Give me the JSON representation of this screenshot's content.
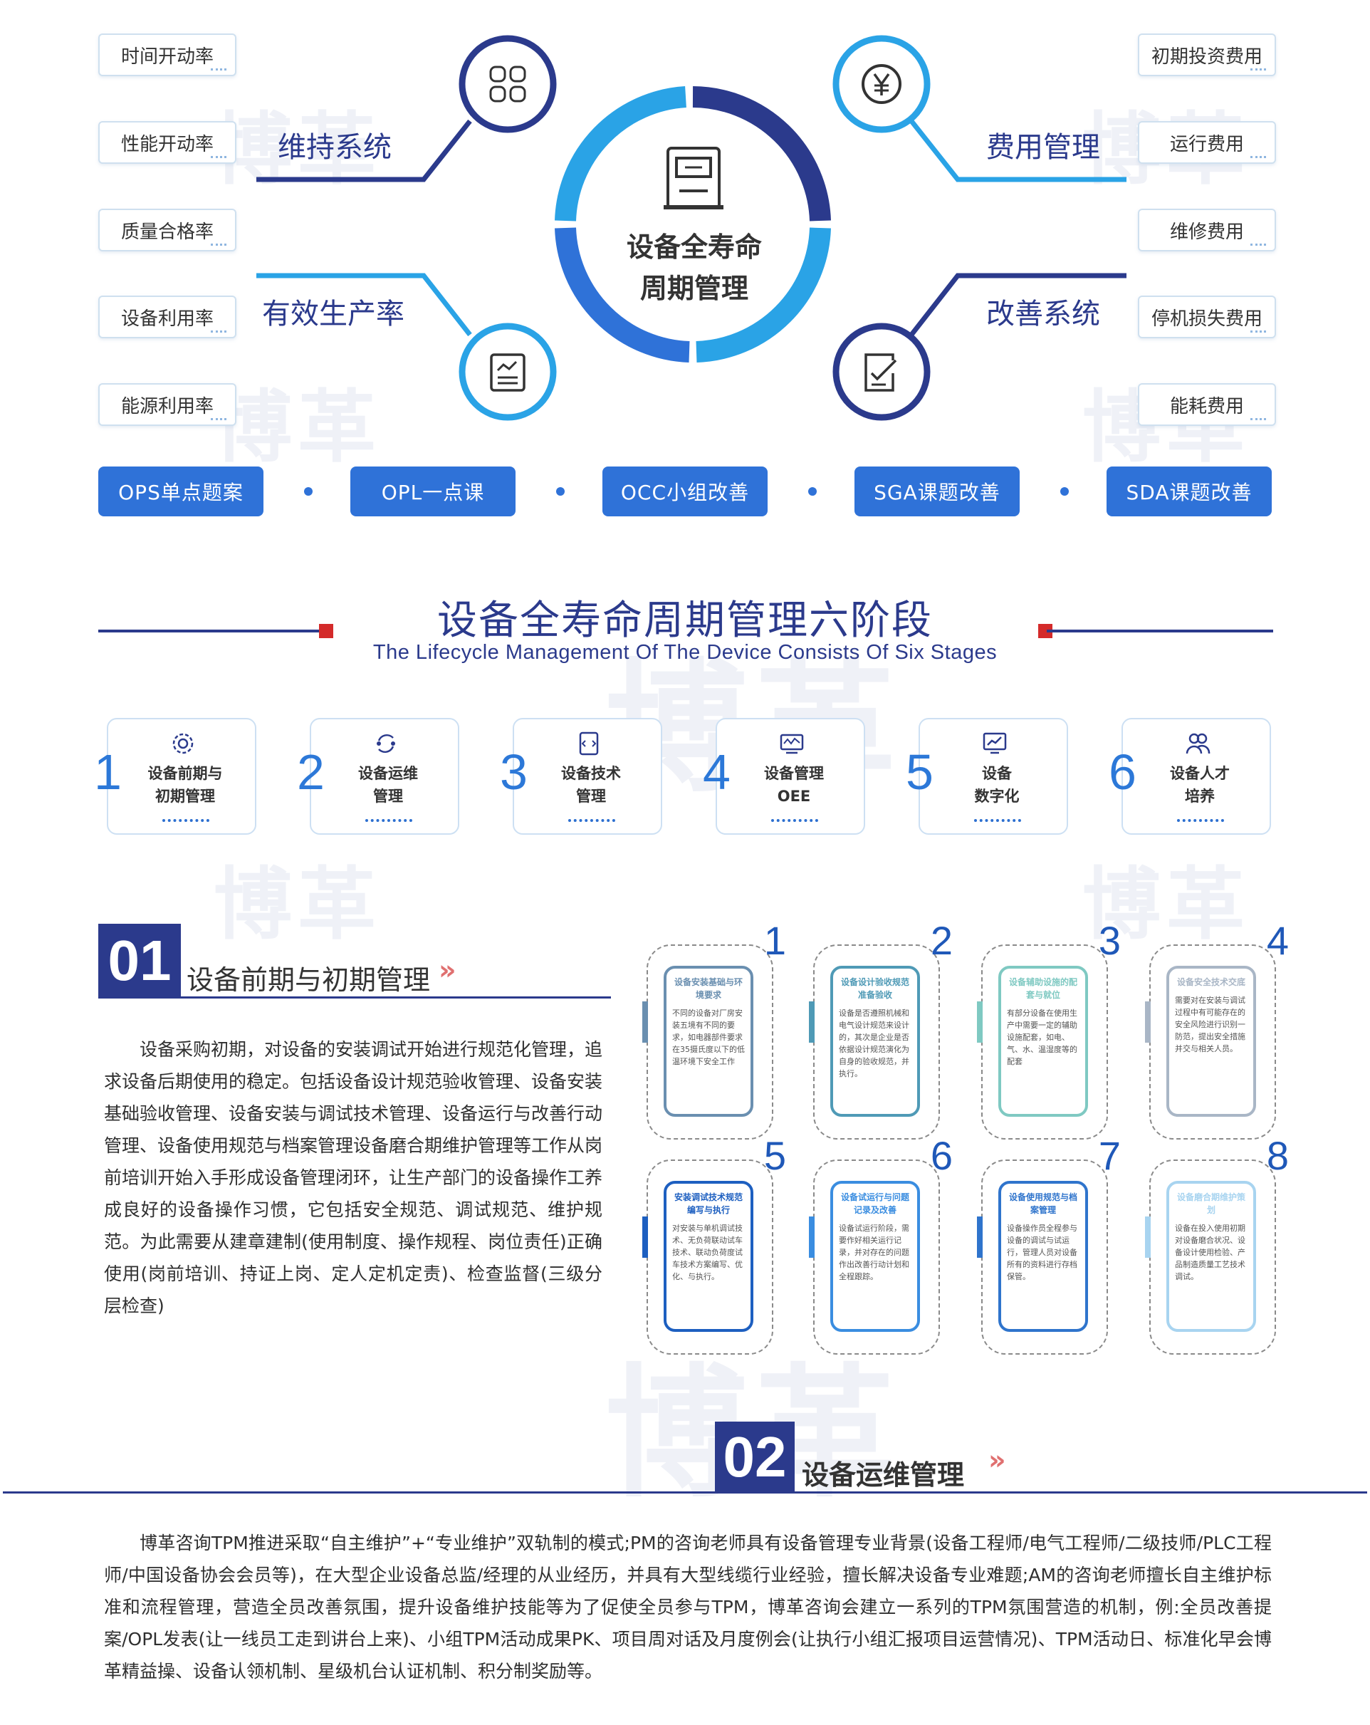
{
  "watermark": "博革",
  "hub": {
    "title_line1": "设备全寿命",
    "title_line2": "周期管理"
  },
  "systems": {
    "maintain": "维持系统",
    "cost": "费用管理",
    "productivity": "有效生产率",
    "improve": "改善系统"
  },
  "left_labels": [
    "时间开动率",
    "性能开动率",
    "质量合格率",
    "设备利用率",
    "能源利用率"
  ],
  "right_labels": [
    "初期投资费用",
    "运行费用",
    "维修费用",
    "停机损失费用",
    "能耗费用"
  ],
  "tags": [
    "OPS单点题案",
    "OPL一点课",
    "OCC小组改善",
    "SGA课题改善",
    "SDA课题改善"
  ],
  "six_stage": {
    "title_cn": "设备全寿命周期管理六阶段",
    "title_en": "The Lifecycle Management Of The Device Consists Of Six Stages"
  },
  "stages": [
    {
      "num": "1",
      "l1": "设备前期与",
      "l2": "初期管理",
      "icon": "gear-icon"
    },
    {
      "num": "2",
      "l1": "设备运维",
      "l2": "管理",
      "icon": "cycle-icon"
    },
    {
      "num": "3",
      "l1": "设备技术",
      "l2": "管理",
      "icon": "code-doc-icon"
    },
    {
      "num": "4",
      "l1": "设备管理",
      "l2": "OEE",
      "icon": "monitor-icon"
    },
    {
      "num": "5",
      "l1": "设备",
      "l2": "数字化",
      "icon": "chart-screen-icon"
    },
    {
      "num": "6",
      "l1": "设备人才",
      "l2": "培养",
      "icon": "people-icon"
    }
  ],
  "section01": {
    "num": "01",
    "title": "设备前期与初期管理",
    "body": "设备采购初期，对设备的安装调试开始进行规范化管理，追求设备后期使用的稳定。包括设备设计规范验收管理、设备安装基础验收管理、设备安装与调试技术管理、设备运行与改善行动管理、设备使用规范与档案管理设备磨合期维护管理等工作从岗前培训开始入手形成设备管理闭环，让生产部门的设备操作工养成良好的设备操作习惯，它包括安全规范、调试规范、维护规范。为此需要从建章建制(使用制度、操作规程、岗位责任)正确使用(岗前培训、持证上岗、定人定机定责)、检查监督(三级分层检查)"
  },
  "steps": [
    {
      "num": "1",
      "title": "设备安装基础与环境要求",
      "body": "不同的设备对厂房安装五境有不同的要求，如电器部件要求在35摄氏度以下的低温环境下安全工作",
      "color": "#6a8fb0"
    },
    {
      "num": "2",
      "title": "设备设计验收规范准备验收",
      "body": "设备是否遵照机械和电气设计规范来设计的，其次是企业是否依据设计规范演化为自身的验收规范，并执行。",
      "color": "#4f9ab6"
    },
    {
      "num": "3",
      "title": "设备辅助设施的配套与就位",
      "body": "有部分设备在使用生产中需要一定的辅助设施配套，如电、气、水、温湿度等的配套",
      "color": "#7fc9c2"
    },
    {
      "num": "4",
      "title": "设备安全技术交底",
      "body": "需要对在安装与调试过程中有可能存在的安全风险进行识别一防范，提出安全措施并交与相关人员。",
      "color": "#a9b6c6"
    },
    {
      "num": "5",
      "title": "安装调试技术规范编写与执行",
      "body": "对安装与单机调试技术、无负荷联动试车技术、联动负荷度试车技术方案编写、优化、与执行。",
      "color": "#1d5fc0"
    },
    {
      "num": "6",
      "title": "设备试运行与问题记录及改善",
      "body": "设备试运行阶段，需要作好相关运行记录，并对存在的问题作出改善行动计划和全程跟踪。",
      "color": "#3a8de0"
    },
    {
      "num": "7",
      "title": "设备使用规范与档案管理",
      "body": "设备操作员全程参与设备的调试与试运行，管理人员对设备所有的资料进行存档保管。",
      "color": "#2f74cc"
    },
    {
      "num": "8",
      "title": "设备磨合期维护策划",
      "body": "设备在投入使用初期对设备磨合状况、设备设计使用检验、产品制造质量工艺技术调试。",
      "color": "#a8d4f0"
    }
  ],
  "section02": {
    "num": "02",
    "title": "设备运维管理",
    "body": "博革咨询TPM推进采取“自主维护”+“专业维护”双轨制的模式;PM的咨询老师具有设备管理专业背景(设备工程师/电气工程师/二级技师/PLC工程师/中国设备协会会员等)，在大型企业设备总监/经理的从业经历，并具有大型线缆行业经验，擅长解决设备专业难题;AM的咨询老师擅长自主维护标准和流程管理，营造全员改善氛围，提升设备维护技能等为了促使全员参与TPM，博革咨询会建立一系列的TPM氛围营造的机制，例:全员改善提案/OPL发表(让一线员工走到讲台上来)、小组TPM活动成果PK、项目周对话及月度例会(让执行小组汇报项目运营情况)、TPM活动日、标准化早会博革精益操、设备认领机制、星级机台认证机制、积分制奖励等。"
  },
  "colors": {
    "navy": "#2b3a8c",
    "blue": "#2f72d8",
    "light": "#2aa3e6",
    "red": "#d42a2a"
  }
}
